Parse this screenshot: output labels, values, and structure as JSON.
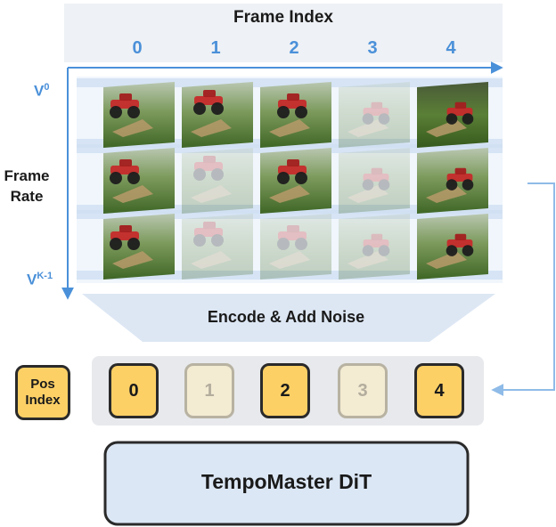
{
  "header": {
    "title": "Frame Index"
  },
  "frame_indices": [
    "0",
    "1",
    "2",
    "3",
    "4"
  ],
  "rows": {
    "axis_label_line1": "Frame",
    "axis_label_line2": "Rate",
    "top_label_base": "V",
    "top_label_sup": "0",
    "bottom_label_base": "V",
    "bottom_label_sup": "K-1",
    "visibility": [
      [
        true,
        true,
        true,
        false,
        true
      ],
      [
        true,
        false,
        true,
        false,
        true
      ],
      [
        true,
        false,
        false,
        false,
        true
      ]
    ]
  },
  "encode": {
    "label": "Encode & Add Noise"
  },
  "pos_index": {
    "label_line1": "Pos",
    "label_line2": "Index",
    "tokens": [
      {
        "label": "0",
        "active": true
      },
      {
        "label": "1",
        "active": false
      },
      {
        "label": "2",
        "active": true
      },
      {
        "label": "3",
        "active": false
      },
      {
        "label": "4",
        "active": true
      }
    ]
  },
  "model": {
    "label": "TempoMaster DiT"
  },
  "colors": {
    "accent_blue": "#4a90d9",
    "header_bg": "#eef1f5",
    "band_blue": "#dbe8f6",
    "token_active": "#fdd066",
    "token_inactive": "#f3ebd2",
    "model_bg": "#dce7f5"
  },
  "icons": {
    "frame_thumbnail": "monster-truck-photo"
  }
}
